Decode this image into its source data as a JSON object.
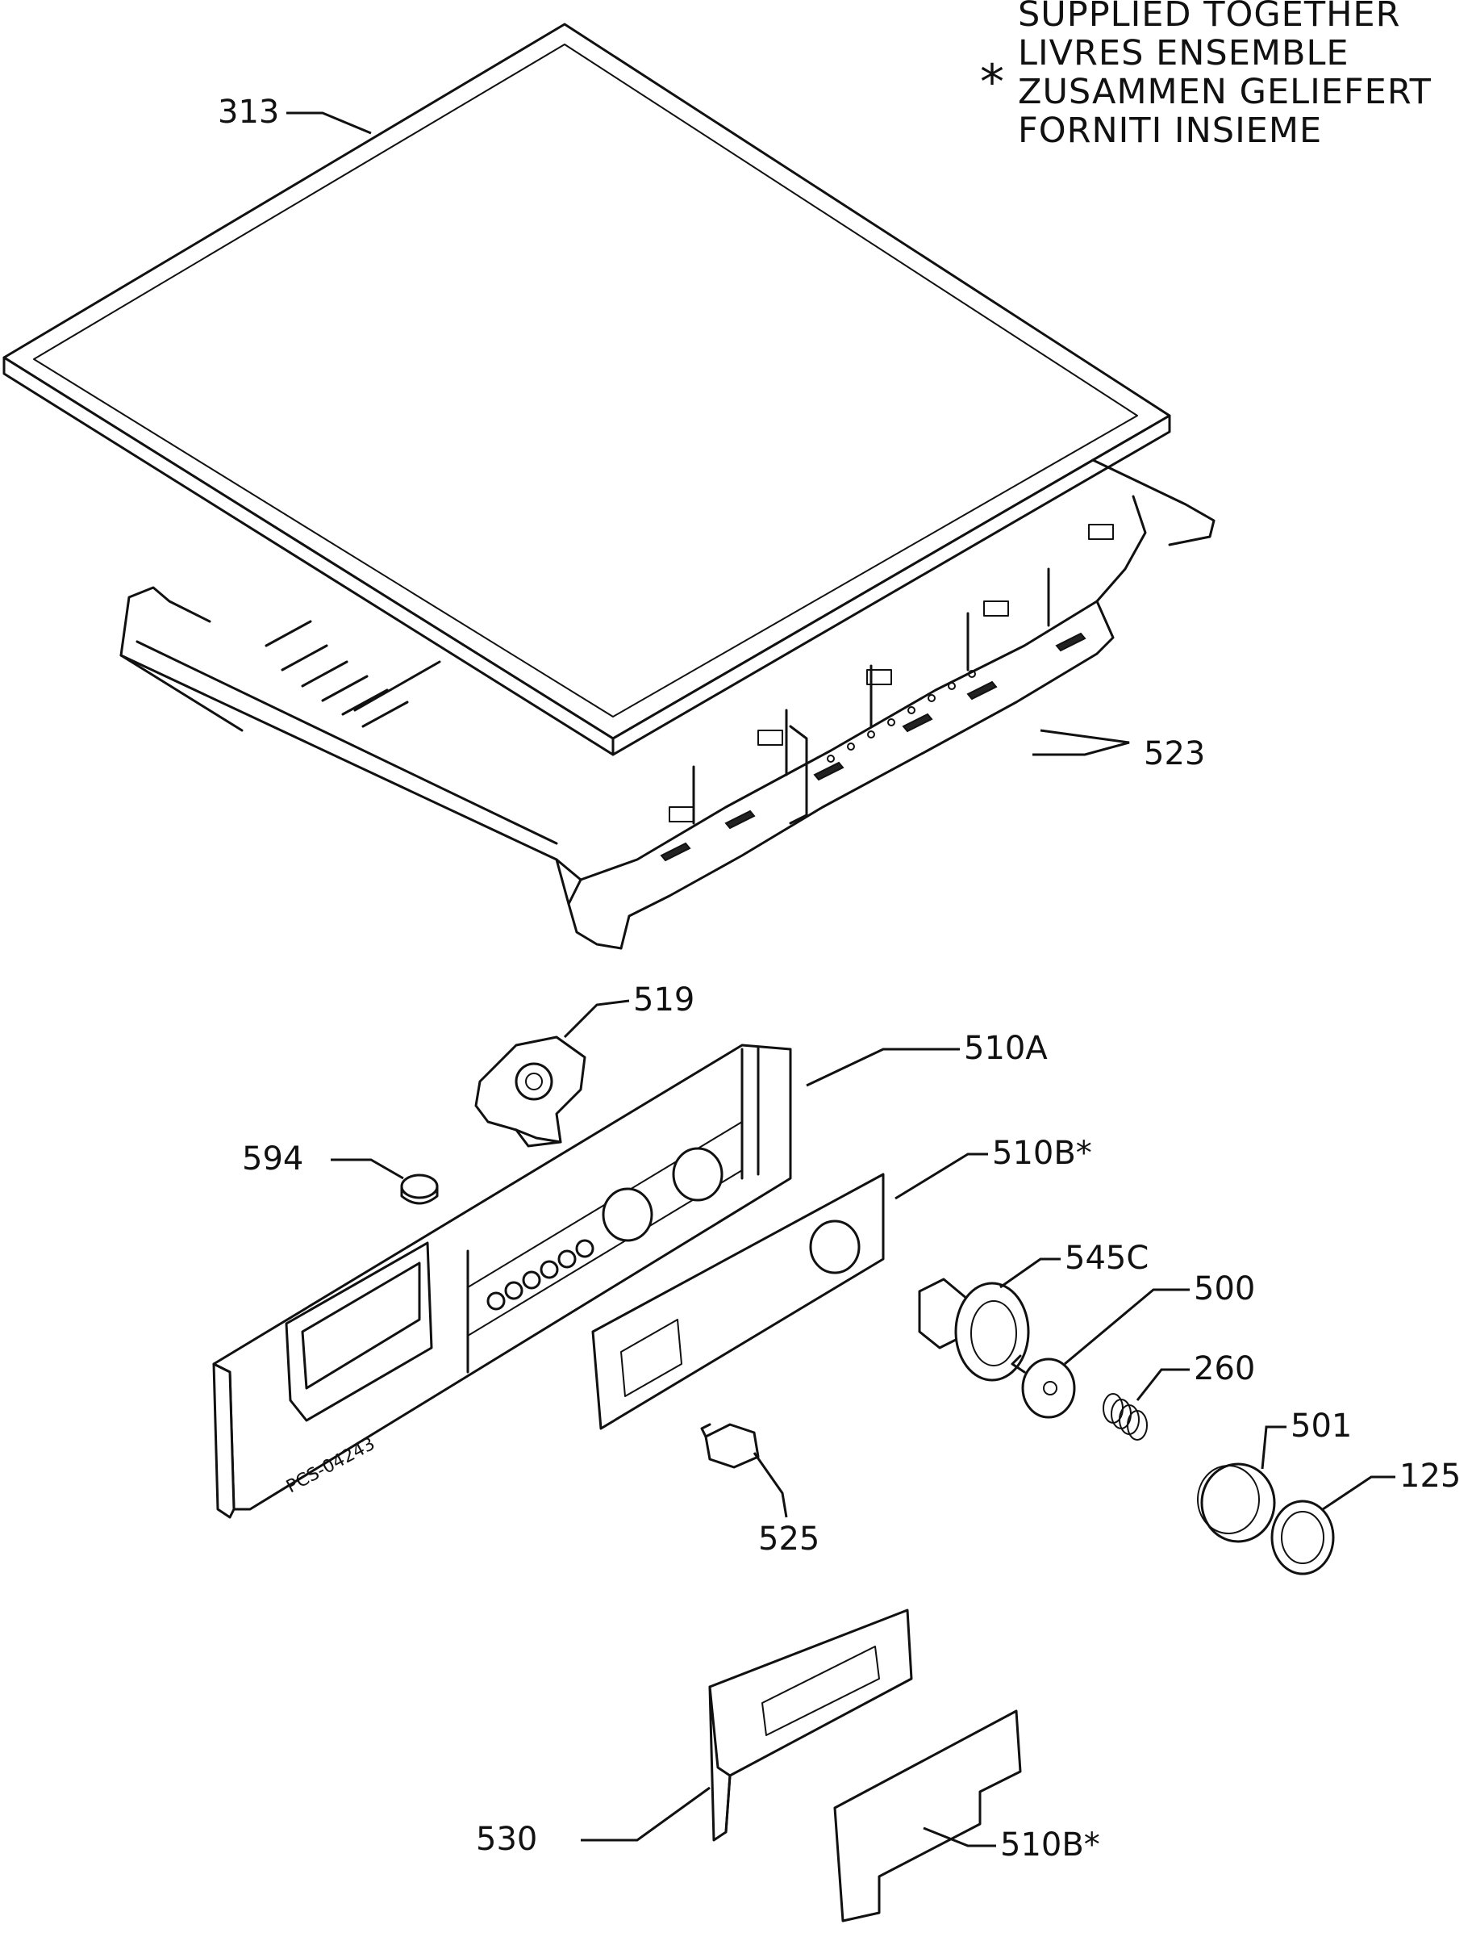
{
  "legend": {
    "symbol": "*",
    "lines": [
      "SUPPLIED TOGETHER",
      "LIVRES ENSEMBLE",
      "ZUSAMMEN GELIEFERT",
      "FORNITI INSIEME"
    ]
  },
  "drawing_code": "PCS-04243",
  "parts": {
    "p313": "313",
    "p523": "523",
    "p519": "519",
    "p510A": "510A",
    "p594": "594",
    "p510B_top": "510B*",
    "p545C": "545C",
    "p500": "500",
    "p260": "260",
    "p501": "501",
    "p125": "125",
    "p525": "525",
    "p530": "530",
    "p510B_bottom": "510B*"
  },
  "colors": {
    "ink": "#111111",
    "paper": "#ffffff"
  }
}
